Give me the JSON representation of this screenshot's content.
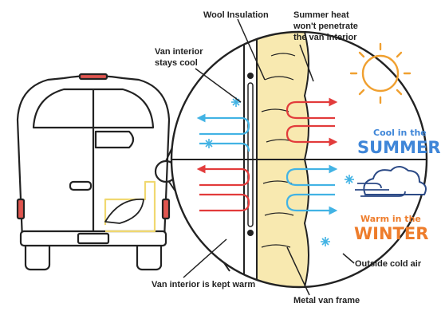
{
  "labels": {
    "wool_insulation": "Wool Insulation",
    "summer_heat_1": "Summer heat",
    "summer_heat_2": "won't penetrate",
    "summer_heat_3": "the van interior",
    "interior_cool_1": "Van interior",
    "interior_cool_2": "stays cool",
    "interior_warm": "Van interior is kept warm",
    "metal_frame": "Metal van frame",
    "outside_cold": "Outside cold air"
  },
  "summer": {
    "small": "Cool in the",
    "big": "SUMMER"
  },
  "winter": {
    "small": "Warm in the",
    "big": "WINTER"
  },
  "colors": {
    "outline": "#222222",
    "wool": "#f8e9b0",
    "heat_arrow": "#e23b3b",
    "cold_arrow": "#42b3e4",
    "sun": "#f0a030",
    "summer_text": "#3f86d8",
    "winter_text": "#ee7d2c",
    "cloud": "#2c4a86",
    "accent_yellow": "#f0d870",
    "tail_light": "#e0554f"
  },
  "icons": [
    "sun-icon",
    "cloud-icon",
    "wind-icon",
    "snowflake-icon"
  ]
}
